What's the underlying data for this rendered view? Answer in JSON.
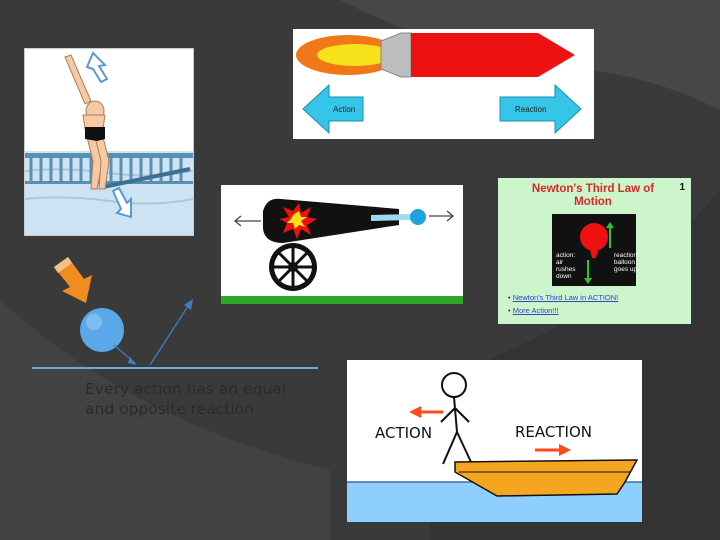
{
  "slide": {
    "background_color": "#3a3a3a",
    "caption": {
      "line1": "Every action has an equal",
      "line2": "and opposite reaction"
    }
  },
  "rocket_diagram": {
    "action_label": "Action",
    "reaction_label": "Reaction",
    "colors": {
      "flame_outer": "#f07818",
      "flame_inner": "#f7e01c",
      "rocket": "#ee1111",
      "arrows": "#35c5e8"
    }
  },
  "balloon_diagram": {
    "title": "Newton's Third Law of Motion",
    "slide_number": "1",
    "action_text": [
      "action:",
      "air",
      "rushes",
      "down"
    ],
    "reaction_text": [
      "reaction:",
      "balloon",
      "goes up"
    ],
    "links": [
      {
        "bullet": "•",
        "text": "Newton's Third Law in ACTION!"
      },
      {
        "bullet": "•",
        "text": "More Action!!!"
      }
    ]
  },
  "boat_diagram": {
    "action_label": "ACTION",
    "reaction_label": "REACTION",
    "colors": {
      "water": "#8fcfff",
      "boat": "#f5a620",
      "arrows": "#ff4a1a"
    }
  },
  "diver_diagram": {
    "icon": "diver-icon"
  },
  "cannon_diagram": {
    "icon": "cannon-icon"
  },
  "ball_diagram": {
    "icon": "bouncing-ball-icon"
  }
}
